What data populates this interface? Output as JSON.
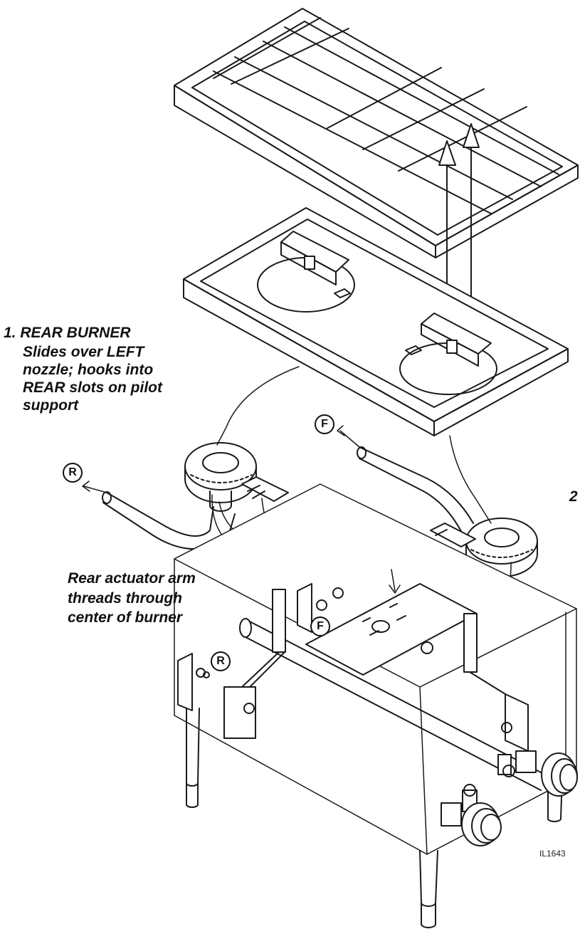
{
  "labels": {
    "rear_burner_title": "1. REAR BURNER",
    "rear_burner_lines": [
      "Slides over LEFT",
      "nozzle; hooks into",
      "REAR slots on pilot",
      "support"
    ],
    "actuator_lines": [
      "Rear actuator arm",
      "threads through",
      "center of burner"
    ],
    "step2_fragment": "2",
    "figure_code": "IL1643"
  },
  "markers": {
    "rear": "R",
    "front": "F"
  },
  "icons": [
    "grate",
    "burner-tray",
    "rear-burner",
    "front-burner",
    "venturi-tube",
    "pilot-support",
    "control-knob",
    "gas-valve",
    "arrow-up"
  ],
  "colors": {
    "line": "#1a1a1a",
    "background": "#ffffff"
  }
}
